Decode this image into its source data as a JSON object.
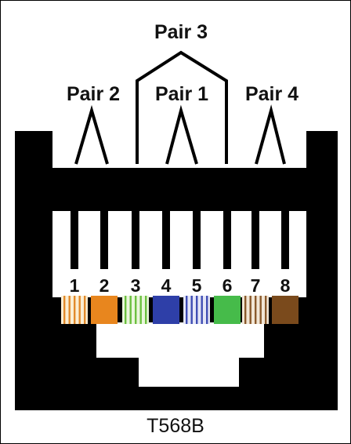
{
  "pairs": {
    "pair1": "Pair 1",
    "pair2": "Pair 2",
    "pair3": "Pair 3",
    "pair4": "Pair 4"
  },
  "pins": [
    "1",
    "2",
    "3",
    "4",
    "5",
    "6",
    "7",
    "8"
  ],
  "wires": [
    {
      "pin": "1",
      "pattern": "striped",
      "base": "#fbeed3",
      "stripe": "#e28a2b"
    },
    {
      "pin": "2",
      "pattern": "solid",
      "base": "#e8861e"
    },
    {
      "pin": "3",
      "pattern": "striped",
      "base": "#eaf6dc",
      "stripe": "#6cc040"
    },
    {
      "pin": "4",
      "pattern": "solid",
      "base": "#2e3fa8"
    },
    {
      "pin": "5",
      "pattern": "striped",
      "base": "#e4e6f6",
      "stripe": "#3f4db3"
    },
    {
      "pin": "6",
      "pattern": "solid",
      "base": "#46bb4a"
    },
    {
      "pin": "7",
      "pattern": "striped",
      "base": "#f1e6d6",
      "stripe": "#8a5a2c"
    },
    {
      "pin": "8",
      "pattern": "solid",
      "base": "#7a4a1c"
    }
  ],
  "caption": "T568B",
  "colors": {
    "jack": "#000000",
    "contact_area": "#ffffff",
    "text": "#111111"
  }
}
